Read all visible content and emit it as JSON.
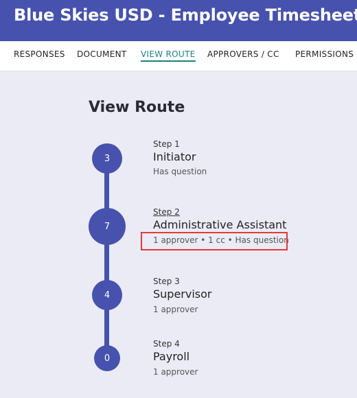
{
  "header": {
    "title": "Blue Skies USD - Employee Timesheet"
  },
  "tabs": [
    {
      "label": "RESPONSES",
      "active": false
    },
    {
      "label": "DOCUMENT",
      "active": false
    },
    {
      "label": "VIEW ROUTE",
      "active": true
    },
    {
      "label": "APPROVERS / CC",
      "active": false
    },
    {
      "label": "PERMISSIONS",
      "active": false
    }
  ],
  "route": {
    "title": "View Route",
    "steps": [
      {
        "count": "3",
        "label": "Step 1",
        "name": "Initiator",
        "meta": "Has question"
      },
      {
        "count": "7",
        "label": "Step 2",
        "name": "Administrative Assistant",
        "meta": "1 approver • 1 cc • Has question"
      },
      {
        "count": "4",
        "label": "Step 3",
        "name": "Supervisor",
        "meta": "1 approver"
      },
      {
        "count": "0",
        "label": "Step 4",
        "name": "Payroll",
        "meta": "1 approver"
      }
    ]
  },
  "colors": {
    "brand": "#4652ad",
    "active_tab": "#1a7f86",
    "highlight": "#e53935"
  }
}
